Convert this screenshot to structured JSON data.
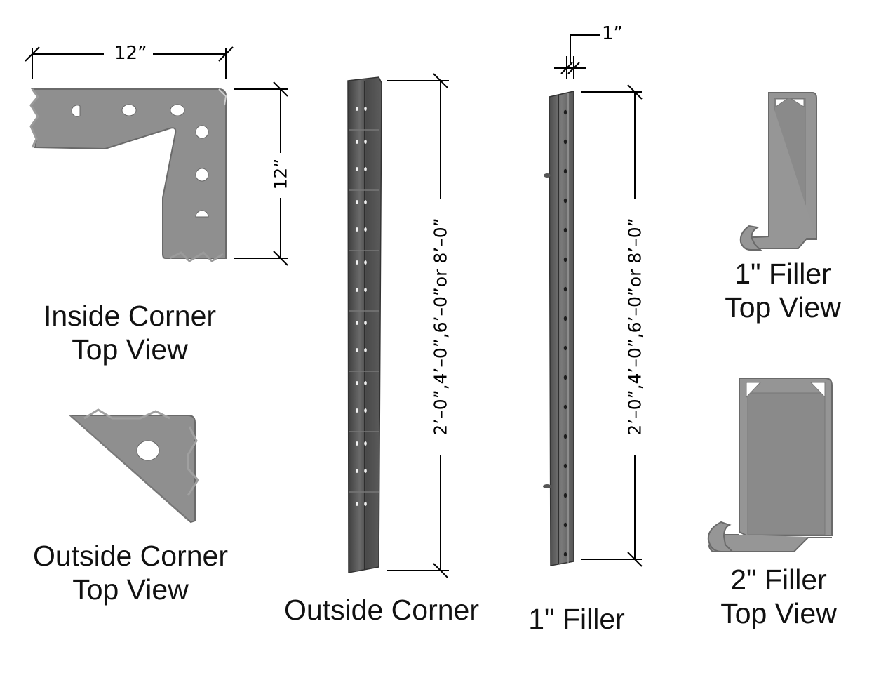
{
  "dimensions": {
    "inside_corner_width": "12”",
    "inside_corner_height": "12”",
    "filler_thickness": "1”",
    "outside_corner_length": "2’–0”,4’–0”,6’–0”or  8’–0”",
    "filler_length": "2’–0”,4’–0”,6’–0”or  8’–0”"
  },
  "captions": {
    "inside_corner": [
      "Inside Corner",
      "Top View"
    ],
    "outside_corner_top": [
      "Outside Corner",
      "Top View"
    ],
    "outside_corner": "Outside Corner",
    "filler_1": "1\" Filler",
    "filler_1_top": [
      "1\" Filler",
      "Top View"
    ],
    "filler_2_top": [
      "2\" Filler",
      "Top View"
    ]
  },
  "colors": {
    "plate_fill": "#8f8f8f",
    "plate_stroke": "#6a6a6a",
    "bar_dark": "#555555",
    "line": "#000000"
  }
}
